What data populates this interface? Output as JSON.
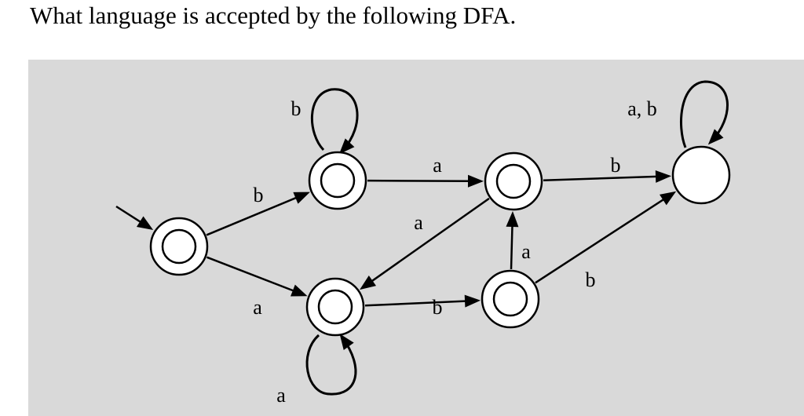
{
  "question": {
    "text": "What language is accepted by the following DFA."
  },
  "dfa": {
    "start_state": "q0",
    "states": [
      {
        "id": "q0",
        "accepting": true
      },
      {
        "id": "q1",
        "accepting": true
      },
      {
        "id": "q2",
        "accepting": true
      },
      {
        "id": "q3",
        "accepting": true
      },
      {
        "id": "q4",
        "accepting": true
      },
      {
        "id": "q5",
        "accepting": false
      }
    ],
    "transitions": [
      {
        "from": "q0",
        "to": "q1",
        "label": "b"
      },
      {
        "from": "q0",
        "to": "q2",
        "label": "a"
      },
      {
        "from": "q1",
        "to": "q1",
        "label": "b"
      },
      {
        "from": "q1",
        "to": "q3",
        "label": "a"
      },
      {
        "from": "q2",
        "to": "q2",
        "label": "a"
      },
      {
        "from": "q2",
        "to": "q4",
        "label": "b"
      },
      {
        "from": "q3",
        "to": "q2",
        "label": "a"
      },
      {
        "from": "q3",
        "to": "q5",
        "label": "b"
      },
      {
        "from": "q4",
        "to": "q3",
        "label": "a"
      },
      {
        "from": "q4",
        "to": "q5",
        "label": "b"
      },
      {
        "from": "q5",
        "to": "q5",
        "label": "a, b"
      }
    ]
  }
}
